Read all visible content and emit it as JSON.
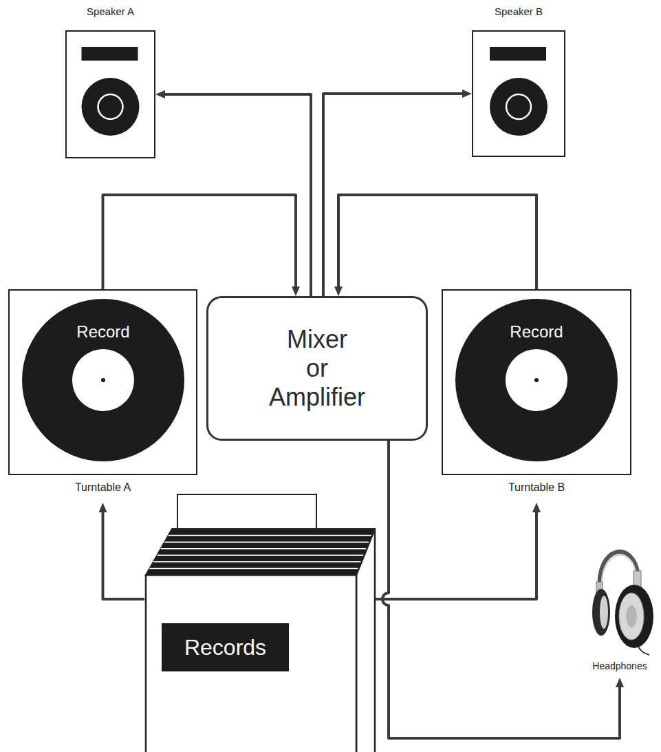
{
  "diagram": {
    "nodes": [
      {
        "text": [
          "Speaker A"
        ]
      },
      {
        "text": [
          "Speaker B"
        ]
      },
      {
        "text": [
          "Turntable A"
        ]
      },
      {
        "text": [
          "Record"
        ],
        "in": 2
      },
      {
        "text": [
          "Mixer or Amplifier"
        ]
      },
      {
        "text": [
          "Turntable B"
        ]
      },
      {
        "text": [
          "Record"
        ],
        "in": 5
      },
      {
        "text": [
          "Records"
        ]
      },
      {
        "text": [
          "Headphones"
        ]
      }
    ],
    "edges": [
      {
        "from": 4,
        "to": 0,
        "arrow": "to"
      },
      {
        "from": 4,
        "to": 1,
        "arrow": "to"
      },
      {
        "from": 2,
        "to": 4,
        "arrow": "to"
      },
      {
        "from": 5,
        "to": 4,
        "arrow": "to"
      },
      {
        "from": 7,
        "to": 2,
        "arrow": "to"
      },
      {
        "from": 7,
        "to": 5,
        "arrow": "to"
      },
      {
        "from": 4,
        "to": 8,
        "arrow": "to"
      }
    ]
  }
}
